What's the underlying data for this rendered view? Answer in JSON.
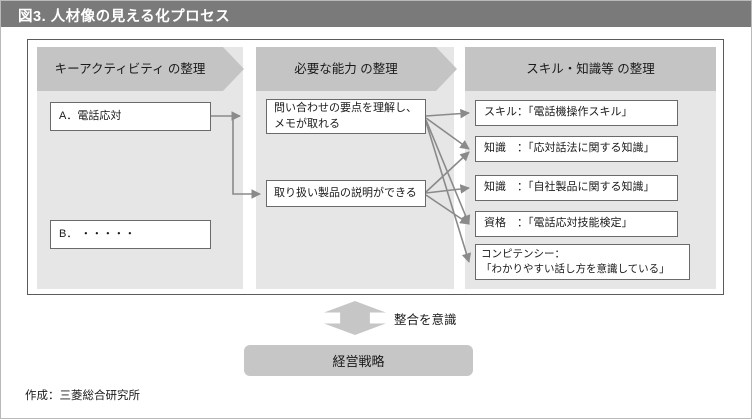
{
  "figure": {
    "title": "図3. 人材像の見える化プロセス",
    "credit": "作成：三菱総合研究所"
  },
  "colors": {
    "title_bar": "#7a7a7a",
    "column_background": "#e6e6e6",
    "header_chip": "#c4c4c4",
    "node_border": "#6a6a6a",
    "connector": "#8a8a8a",
    "accent_block": "#c6c6c6",
    "page_border": "#b9b9b9"
  },
  "columns": [
    {
      "id": "key-activity",
      "header": "キーアクティビティ\nの整理",
      "nodes": [
        {
          "id": "a",
          "label": "A．電話応対"
        },
        {
          "id": "b",
          "label": "B．  ・・・・・"
        }
      ]
    },
    {
      "id": "required-ability",
      "header": "必要な能力\nの整理",
      "nodes": [
        {
          "id": "c1",
          "label": "問い合わせの要点を理解し、\nメモが取れる"
        },
        {
          "id": "c2",
          "label": "取り扱い製品の説明ができる"
        }
      ]
    },
    {
      "id": "skill-knowledge",
      "header": "スキル・知識等\nの整理",
      "nodes": [
        {
          "id": "s1",
          "label": "スキル：「電話機操作スキル」"
        },
        {
          "id": "s2",
          "label": "知識　：「応対話法に関する知識」"
        },
        {
          "id": "s3",
          "label": "知識　：「自社製品に関する知識」"
        },
        {
          "id": "s4",
          "label": "資格　：「電話応対技能検定」"
        },
        {
          "id": "s5",
          "label": "コンピテンシー：\n「わかりやすい話し方を意識している」"
        }
      ]
    }
  ],
  "bottom": {
    "align_label": "整合を意識",
    "strategy_label": "経営戦略"
  }
}
